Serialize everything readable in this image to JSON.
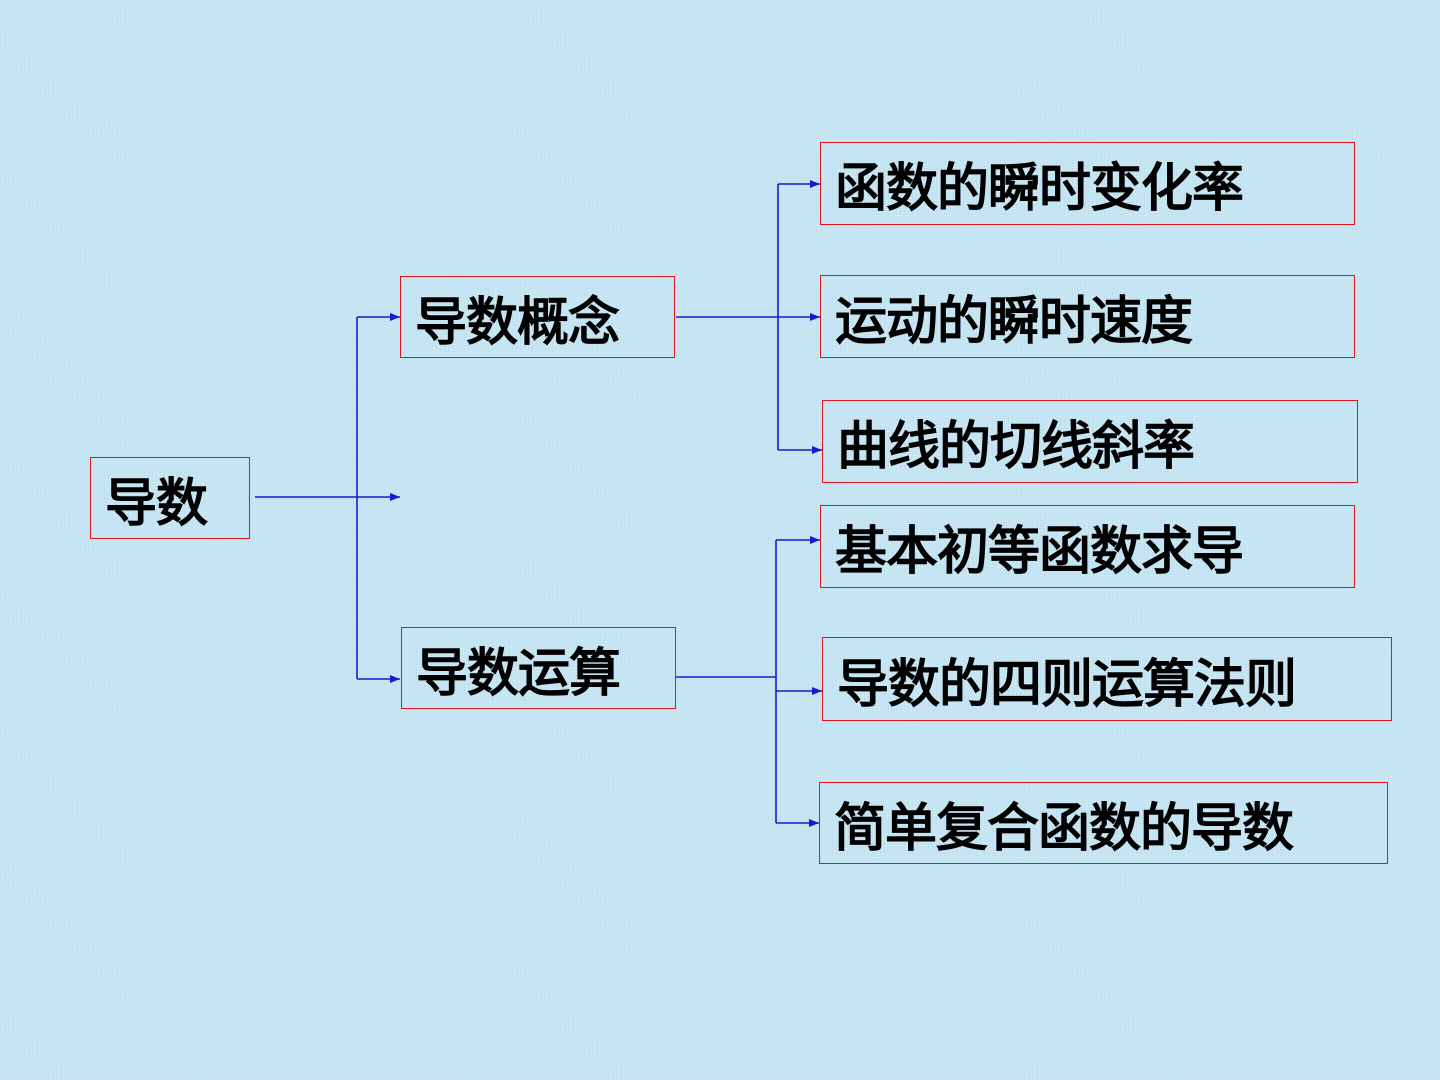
{
  "root": {
    "label": "导数"
  },
  "branches": [
    {
      "label": "导数概念",
      "children": [
        "函数的瞬时变化率",
        "运动的瞬时速度",
        "曲线的切线斜率"
      ]
    },
    {
      "label": "导数运算",
      "children": [
        "基本初等函数求导",
        "导数的四则运算法则",
        "简单复合函数的导数"
      ]
    }
  ],
  "colors": {
    "background": "#c4e4f2",
    "box_border": "#e0141e",
    "connector": "#1a1acc",
    "text": "#000000"
  }
}
